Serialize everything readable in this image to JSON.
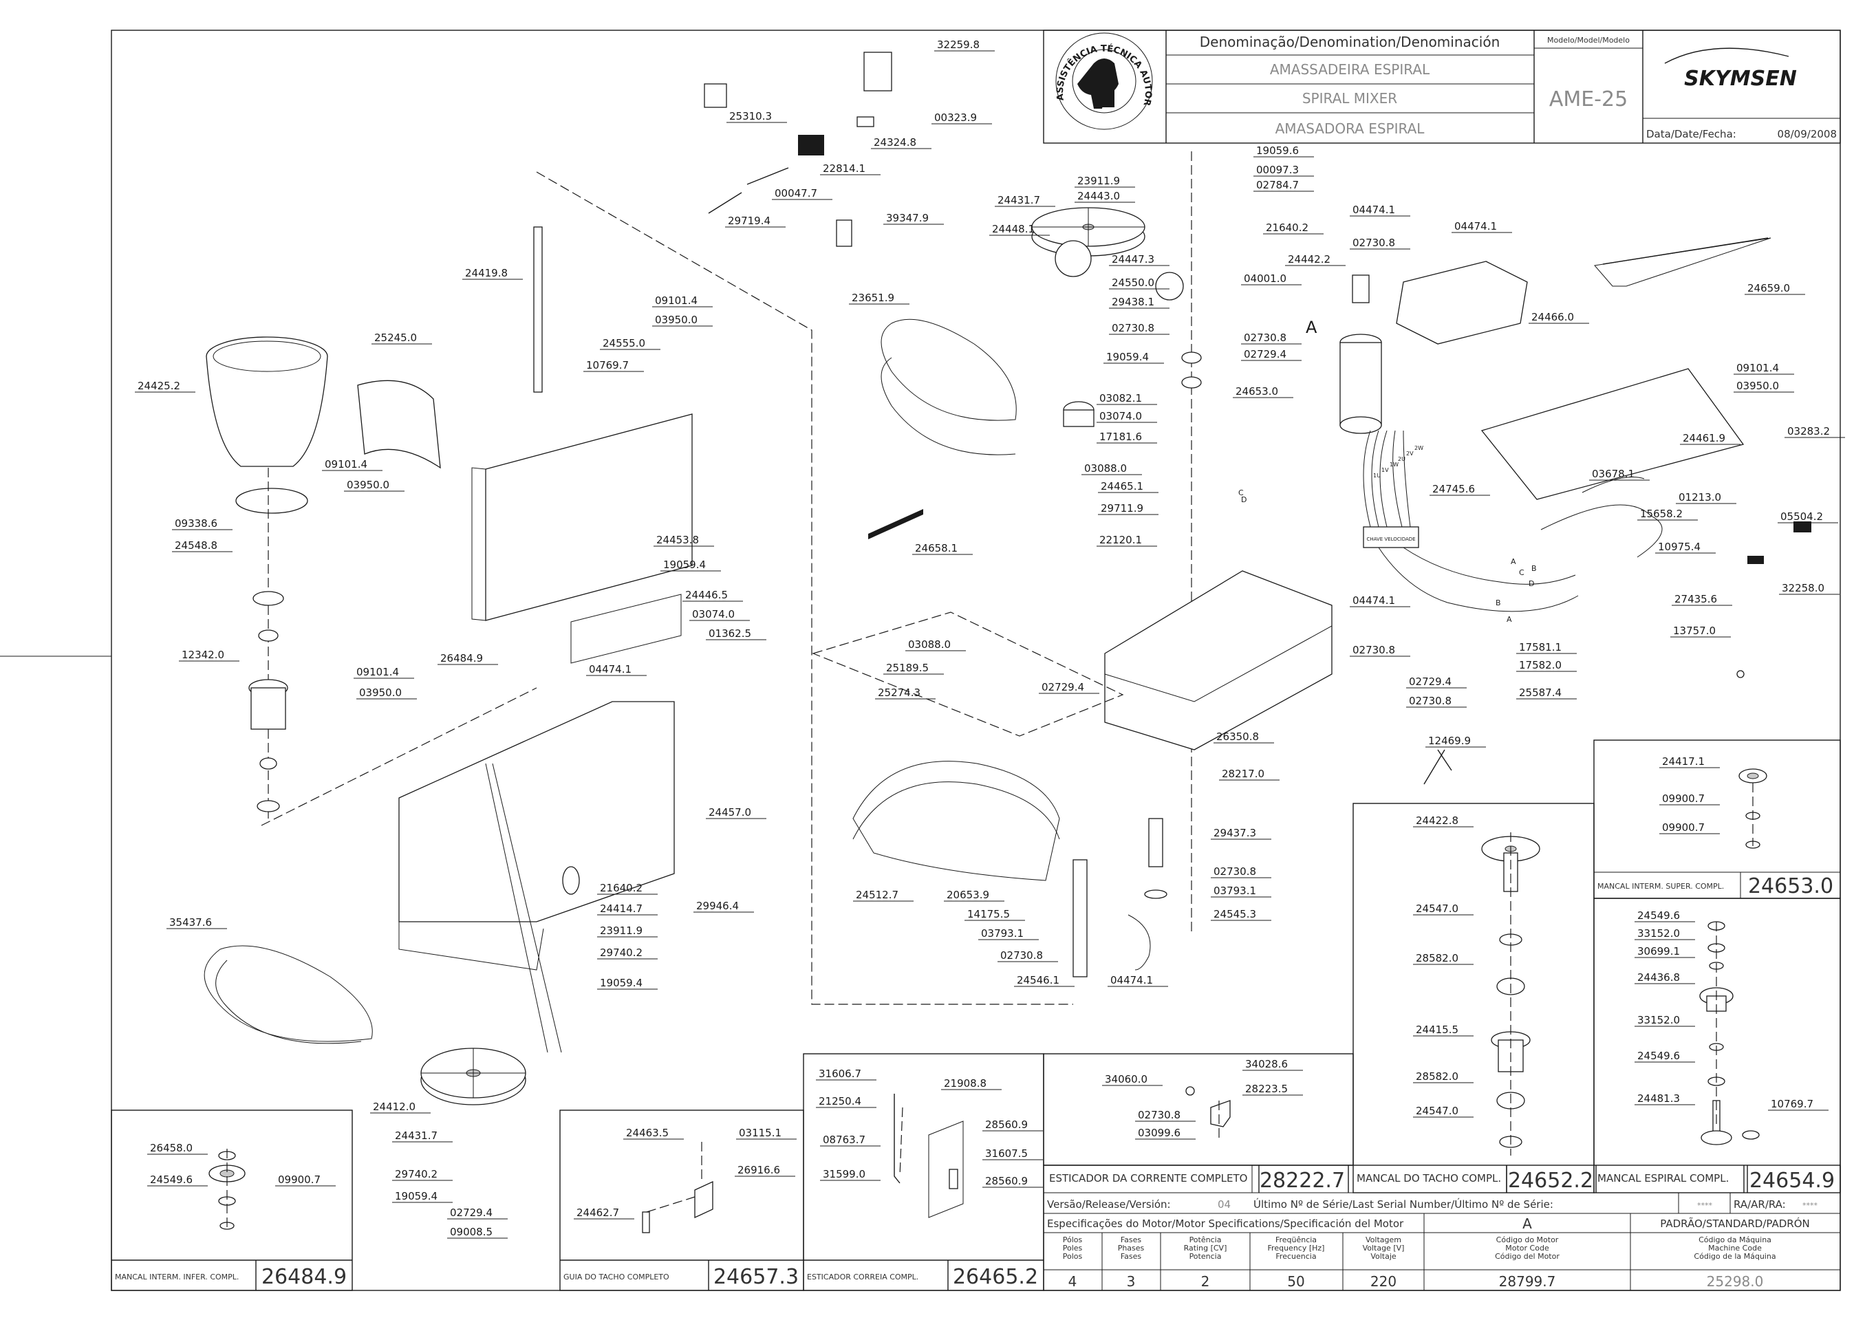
{
  "title_block": {
    "denomination_header": "Denominação/Denomination/Denominación",
    "model_header": "Modelo/Model/Modelo",
    "name_pt": "AMASSADEIRA ESPIRAL",
    "name_en": "SPIRAL MIXER",
    "name_es": "AMASADORA ESPIRAL",
    "model": "AME-25",
    "brand": "SKYMSEN",
    "date_label": "Data/Date/Fecha:",
    "date": "08/09/2008",
    "seal_text": "ASSISTÊNCIA TÉCNICA AUTORIZADA"
  },
  "bottom_block": {
    "version_label": "Versão/Release/Versión:",
    "version": "04",
    "serial_label": "Último Nº de Série/Last Serial Number/Último Nº de Série:",
    "serial": "****",
    "ra_label": "RA/AR/RA:",
    "ra": "****",
    "motor_spec_label": "Especificações do Motor/Motor Specifications/Specificación del Motor",
    "motor_letter": "A",
    "standard_label": "PADRÃO/STANDARD/PADRÓN",
    "spec_headers": [
      [
        "Pólos",
        "Poles",
        "Polos"
      ],
      [
        "Fases",
        "Phases",
        "Fases"
      ],
      [
        "Potência",
        "Rating [CV]",
        "Potencia"
      ],
      [
        "Freqüência",
        "Frequency [Hz]",
        "Frecuencia"
      ],
      [
        "Voltagem",
        "Voltage [V]",
        "Voltaje"
      ],
      [
        "Código do Motor",
        "Motor Code",
        "Código del Motor"
      ],
      [
        "Código da Máquina",
        "Machine Code",
        "Código de la Máquina"
      ]
    ],
    "spec_values": [
      "4",
      "3",
      "2",
      "50",
      "220",
      "28799.7",
      "25298.0"
    ]
  },
  "assemblies": [
    {
      "label": "MANCAL INTERM. INFER. COMPL.",
      "code": "26484.9"
    },
    {
      "label": "GUIA DO TACHO COMPLETO",
      "code": "24657.3"
    },
    {
      "label": "ESTICADOR CORREIA COMPL.",
      "code": "26465.2"
    },
    {
      "label": "ESTICADOR DA CORRENTE COMPLETO",
      "code": "28222.7"
    },
    {
      "label": "MANCAL DO TACHO COMPL.",
      "code": "24652.2"
    },
    {
      "label": "MANCAL ESPIRAL COMPL.",
      "code": "24654.9"
    },
    {
      "label": "MANCAL INTERM. SUPER. COMPL.",
      "code": "24653.0"
    }
  ],
  "callouts": {
    "main_left": [
      "24425.2",
      "09338.6",
      "24548.8",
      "12342.0",
      "24419.8",
      "25245.0",
      "09101.4",
      "03950.0",
      "09101.4",
      "03950.0",
      "24555.0",
      "10769.7",
      "09101.4",
      "03950.0",
      "24453.8",
      "19059.4",
      "24446.5",
      "03074.0",
      "01362.5",
      "26484.9",
      "04474.1",
      "24457.0",
      "21640.2",
      "24414.7",
      "23911.9",
      "29740.2",
      "19059.4",
      "29946.4",
      "35437.6",
      "24412.0",
      "24431.7",
      "29740.2",
      "19059.4",
      "02729.4",
      "09008.5"
    ],
    "labels_top": [
      "32259.8",
      "25310.3",
      "00323.9",
      "24324.8",
      "22814.1",
      "00047.7",
      "29719.4",
      "39347.9"
    ],
    "middle": [
      "24431.7",
      "24448.1",
      "23911.9",
      "24443.0",
      "19059.6",
      "00097.3",
      "02784.7",
      "21640.2",
      "24447.3",
      "24550.0",
      "29438.1",
      "02730.8",
      "19059.4",
      "24653.0",
      "03082.1",
      "03074.0",
      "17181.6",
      "03088.0",
      "24465.1",
      "29711.9",
      "22120.1",
      "23651.9",
      "24658.1",
      "03088.0",
      "25189.5",
      "25274.3",
      "02729.4",
      "24512.7",
      "20653.9",
      "14175.5",
      "03793.1",
      "02730.8",
      "24546.1",
      "04474.1",
      "02730.8",
      "03793.1",
      "24545.3",
      "29437.3",
      "28217.0",
      "26350.8"
    ],
    "right": [
      "04474.1",
      "02730.8",
      "04474.1",
      "24442.2",
      "04001.0",
      "02730.8",
      "02729.4",
      "24466.0",
      "24659.0",
      "09101.4",
      "03950.0",
      "24461.9",
      "03283.2",
      "03678.1",
      "01213.0",
      "15658.2",
      "05504.2",
      "24745.6",
      "10975.4",
      "32258.0",
      "27435.6",
      "13757.0",
      "04474.1",
      "02730.8",
      "02729.4",
      "02730.8",
      "17581.1",
      "17582.0",
      "25587.4",
      "12469.9"
    ],
    "box_26484": [
      "26458.0",
      "24549.6",
      "09900.7"
    ],
    "box_24657": [
      "24463.5",
      "03115.1",
      "26916.6",
      "24462.7"
    ],
    "box_26465": [
      "31606.7",
      "21908.8",
      "21250.4",
      "08763.7",
      "31599.0",
      "28560.9",
      "31607.5",
      "28560.9"
    ],
    "box_28222": [
      "34060.0",
      "34028.6",
      "28223.5",
      "02730.8",
      "03099.6"
    ],
    "box_24652": [
      "24422.8",
      "24547.0",
      "28582.0",
      "24415.5",
      "28582.0",
      "24547.0"
    ],
    "box_24653": [
      "24417.1",
      "09900.7",
      "09900.7"
    ],
    "box_24654": [
      "24549.6",
      "33152.0",
      "30699.1",
      "24436.8",
      "33152.0",
      "24549.6",
      "24481.3",
      "10769.7"
    ]
  },
  "motor_marker": "A",
  "terminal_label": "CHAVE VELOCIDADE",
  "wire_letters": [
    "A",
    "B",
    "C",
    "D",
    "B",
    "C",
    "D",
    "A"
  ],
  "wire_terms": [
    "1U",
    "1V",
    "1W",
    "2U",
    "2V",
    "2W"
  ]
}
